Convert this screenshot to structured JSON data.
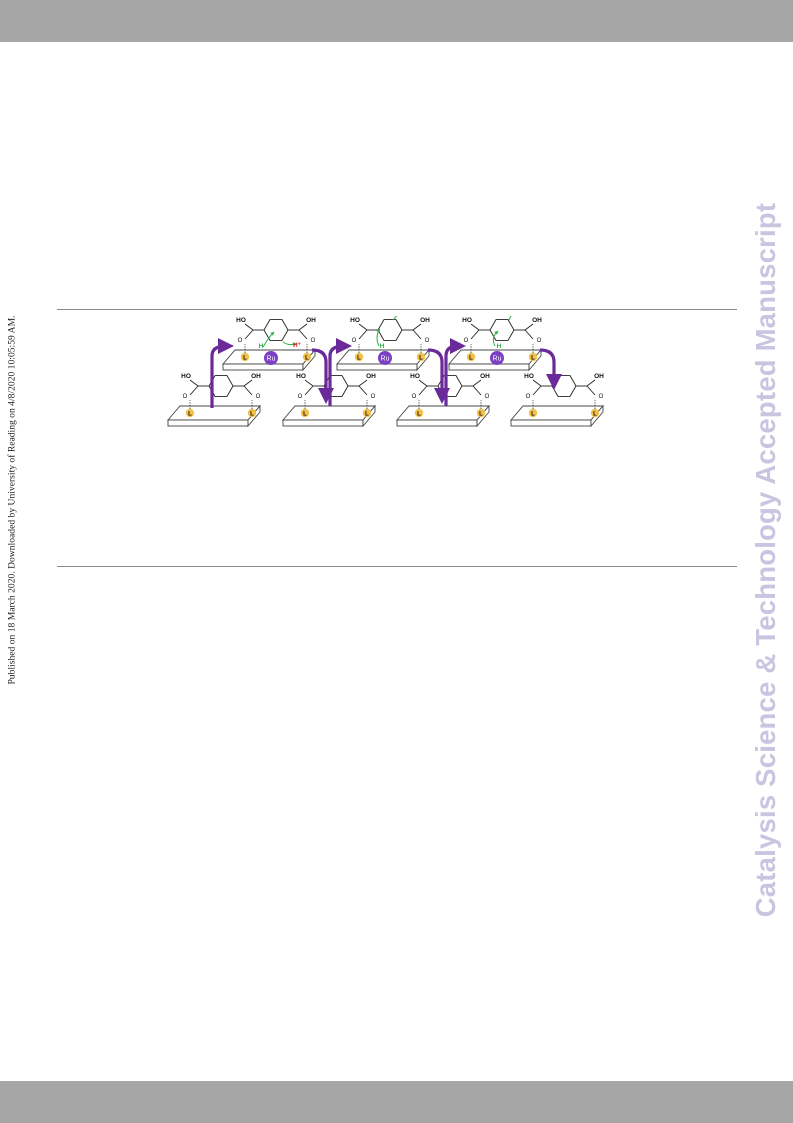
{
  "header": {
    "bar_color": "#a6a6a6"
  },
  "footer": {
    "bar_color": "#a6a6a6"
  },
  "side_note": "Published on 18 March 2020. Downloaded by University of Reading on 4/8/2020 10:05:59 AM.",
  "watermark": {
    "text": "Catalysis Science & Technology Accepted Manuscript",
    "color": "#c9c5e0"
  },
  "figure": {
    "labels": {
      "ho": "HO",
      "oh": "OH",
      "o": "O",
      "l": "L",
      "ru": "Ru",
      "h": "H",
      "h_plus": "H⁺"
    },
    "colors": {
      "arrow": "#6a2a9a",
      "ru": "#7b3fc4",
      "ligand": "#f2c14a",
      "hydrogen": "#2db34a",
      "proton": "#e02020"
    }
  }
}
